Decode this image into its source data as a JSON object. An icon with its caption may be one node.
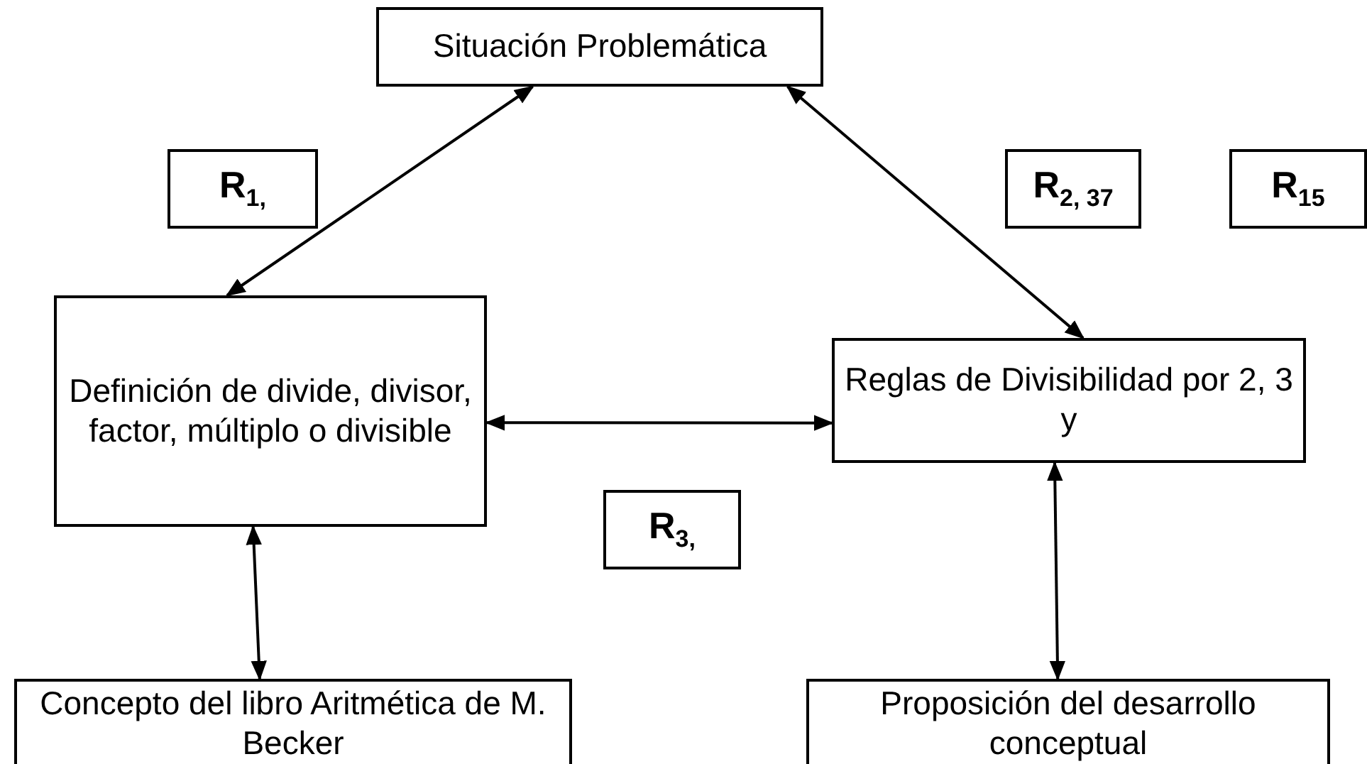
{
  "diagram": {
    "nodes": [
      {
        "text": [
          "Situación Problemática"
        ]
      },
      {
        "text": [
          "R$_{1,}$"
        ]
      },
      {
        "text": [
          "R$_{2, 37}$"
        ]
      },
      {
        "text": [
          "R$_{15}$"
        ]
      },
      {
        "text": [
          "Definición de divide, divisor, factor, múltiplo o divisible"
        ]
      },
      {
        "text": [
          "Reglas de Divisibilidad por 2, 3 y"
        ]
      },
      {
        "text": [
          "R$_{3,}$"
        ]
      },
      {
        "text": [
          "Concepto del libro Aritmética de M. Becker"
        ]
      },
      {
        "text": [
          "Proposición del desarrollo conceptual"
        ]
      }
    ],
    "edges": [
      {
        "from": 0,
        "to": 4,
        "arrow": "both"
      },
      {
        "from": 0,
        "to": 5,
        "arrow": "both"
      },
      {
        "from": 4,
        "to": 5,
        "arrow": "both"
      },
      {
        "from": 4,
        "to": 7,
        "arrow": "both"
      },
      {
        "from": 5,
        "to": 8,
        "arrow": "both"
      }
    ]
  }
}
